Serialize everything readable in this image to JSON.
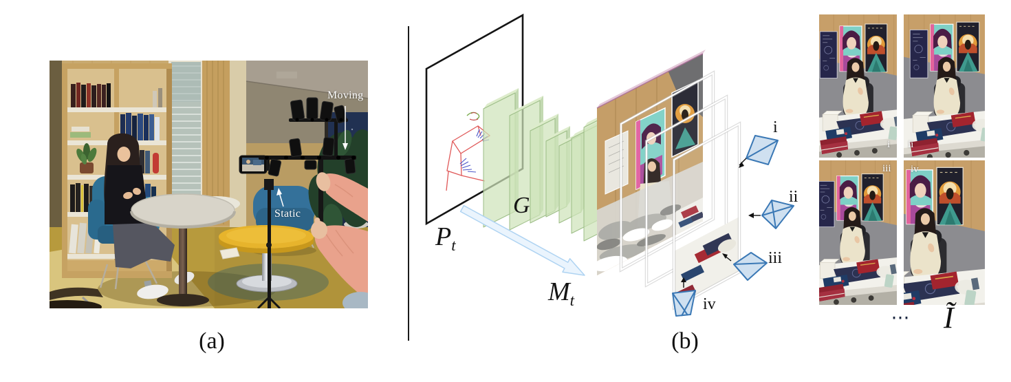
{
  "figure": {
    "panel_a": {
      "caption": "(a)",
      "labels": {
        "moving": "Moving",
        "static": "Static"
      }
    },
    "panel_b": {
      "caption": "(b)",
      "pose": {
        "main": "P",
        "sub": "t"
      },
      "generator": "G",
      "motion": {
        "main": "M",
        "sub": "t"
      },
      "cameras": [
        "i",
        "ii",
        "iii",
        "iv"
      ]
    },
    "panel_views": {
      "cells": [
        "i",
        "ii",
        "iii",
        "iv"
      ],
      "ellipsis": "⋯",
      "output": "Ĩ"
    }
  },
  "colors": {
    "frustum_stroke": "#3a78b5",
    "frustum_fill": "#cfe0f0",
    "plane_green": "#cfe3ba",
    "plane_green_edge": "#9cbd86",
    "arrow_blue_fill": "#eaf4fd",
    "arrow_blue_edge": "#aed3f2",
    "sketch_red": "#e05858",
    "sketch_blue": "#4b55c8",
    "photo_wall": "#c9aa70",
    "photo_floor": "#b79a3d",
    "accent_teal_chair": "#2e7296",
    "accent_yellow_table": "#e7b42c",
    "grid_wood": "#c79f69",
    "grid_gray_panel": "#8c8c90"
  }
}
